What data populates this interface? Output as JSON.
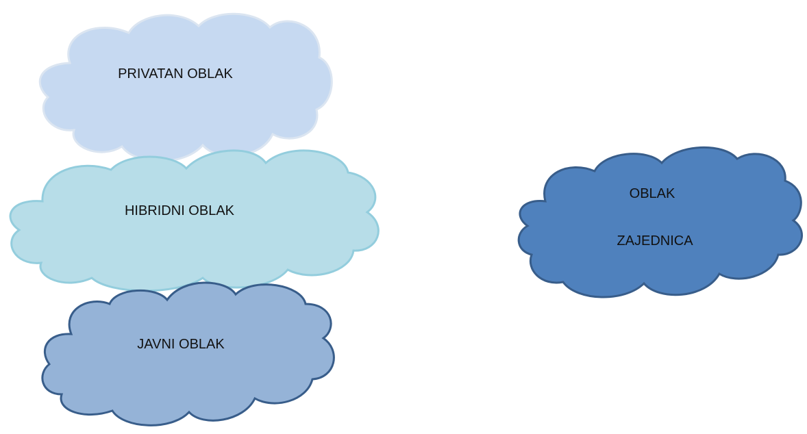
{
  "diagram": {
    "clouds": [
      {
        "id": "private-cloud",
        "lines": [
          "PRIVATAN OBLAK"
        ],
        "fill": "#c6d9f1",
        "stroke": "#dbe5f1"
      },
      {
        "id": "hybrid-cloud",
        "lines": [
          "HIBRIDNI OBLAK"
        ],
        "fill": "#b7dde8",
        "stroke": "#93cddd"
      },
      {
        "id": "public-cloud",
        "lines": [
          "JAVNI OBLAK"
        ],
        "fill": "#95b3d7",
        "stroke": "#385d8a"
      },
      {
        "id": "community-cloud",
        "lines": [
          "OBLAK",
          "ZAJEDNICA"
        ],
        "fill": "#4f81bd",
        "stroke": "#385d8a"
      }
    ]
  }
}
